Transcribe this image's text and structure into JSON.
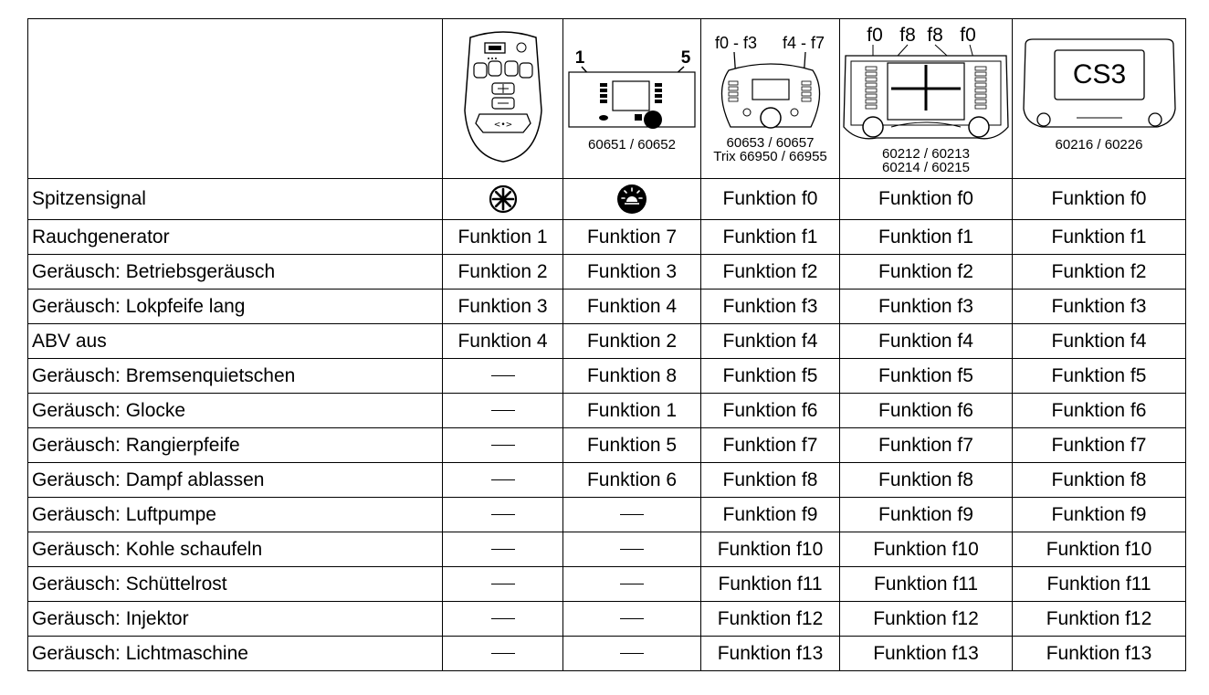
{
  "devices": [
    {
      "icon": "mobile-station-remote-icon"
    },
    {
      "icon": "mobile-station-60651-icon",
      "callout_left": "1",
      "callout_right": "5",
      "caption": "60651 / 60652"
    },
    {
      "icon": "mobile-station-60653-icon",
      "label_left": "f0 - f3",
      "label_right": "f4 - f7",
      "caption1": "60653 / 60657",
      "caption2": "Trix 66950 / 66955"
    },
    {
      "icon": "central-station-60212-icon",
      "labels": [
        "f0",
        "f8",
        "f8",
        "f0"
      ],
      "caption1": "60212 / 60213",
      "caption2": "60214 / 60215"
    },
    {
      "icon": "central-station-cs3-icon",
      "screen_text": "CS3",
      "caption": "60216 / 60226"
    }
  ],
  "rows": [
    {
      "name": "Spitzensignal",
      "cells": [
        "*",
        "light",
        "Funktion f0",
        "Funktion f0",
        "Funktion f0"
      ]
    },
    {
      "name": "Rauchgenerator",
      "cells": [
        "Funktion 1",
        "Funktion 7",
        "Funktion f1",
        "Funktion f1",
        "Funktion f1"
      ]
    },
    {
      "name": "Geräusch: Betriebsgeräusch",
      "cells": [
        "Funktion 2",
        "Funktion 3",
        "Funktion f2",
        "Funktion f2",
        "Funktion f2"
      ]
    },
    {
      "name": "Geräusch: Lokpfeife lang",
      "cells": [
        "Funktion 3",
        "Funktion 4",
        "Funktion f3",
        "Funktion f3",
        "Funktion f3"
      ]
    },
    {
      "name": "ABV aus",
      "cells": [
        "Funktion 4",
        "Funktion 2",
        "Funktion f4",
        "Funktion f4",
        "Funktion f4"
      ]
    },
    {
      "name": "Geräusch: Bremsenquietschen",
      "cells": [
        "—",
        "Funktion 8",
        "Funktion f5",
        "Funktion f5",
        "Funktion f5"
      ]
    },
    {
      "name": "Geräusch: Glocke",
      "cells": [
        "—",
        "Funktion 1",
        "Funktion f6",
        "Funktion f6",
        "Funktion f6"
      ]
    },
    {
      "name": "Geräusch: Rangierpfeife",
      "cells": [
        "—",
        "Funktion 5",
        "Funktion f7",
        "Funktion f7",
        "Funktion f7"
      ]
    },
    {
      "name": "Geräusch: Dampf ablassen",
      "cells": [
        "—",
        "Funktion 6",
        "Funktion f8",
        "Funktion f8",
        "Funktion f8"
      ]
    },
    {
      "name": "Geräusch: Luftpumpe",
      "cells": [
        "—",
        "—",
        "Funktion f9",
        "Funktion f9",
        "Funktion f9"
      ]
    },
    {
      "name": "Geräusch: Kohle schaufeln",
      "cells": [
        "—",
        "—",
        "Funktion f10",
        "Funktion f10",
        "Funktion f10"
      ]
    },
    {
      "name": "Geräusch: Schüttelrost",
      "cells": [
        "—",
        "—",
        "Funktion f11",
        "Funktion f11",
        "Funktion f11"
      ]
    },
    {
      "name": "Geräusch: Injektor",
      "cells": [
        "—",
        "—",
        "Funktion f12",
        "Funktion f12",
        "Funktion f12"
      ]
    },
    {
      "name": "Geräusch: Lichtmaschine",
      "cells": [
        "—",
        "—",
        "Funktion f13",
        "Funktion f13",
        "Funktion f13"
      ]
    }
  ]
}
